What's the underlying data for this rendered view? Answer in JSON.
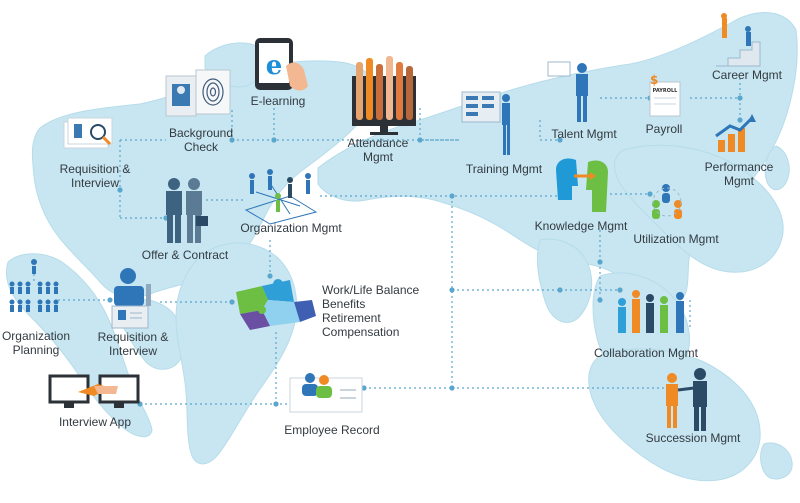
{
  "colors": {
    "land": "#c7e6f1",
    "land_edge": "#b6dcea",
    "line": "#5aa6cc",
    "figure_blue": "#2f76b8",
    "figure_dark": "#2b4a66",
    "accent_orange": "#f08a24",
    "accent_green": "#6cbf43",
    "text": "#333a40"
  },
  "nodes": [
    {
      "id": "elearning",
      "label": "E-learning",
      "icon": "tablet-e-icon"
    },
    {
      "id": "background",
      "label": "Background\nCheck",
      "icon": "fingerprint-id-icon"
    },
    {
      "id": "req1",
      "label": "Requisition &\nInterview",
      "icon": "documents-magnifier-icon"
    },
    {
      "id": "attendance",
      "label": "Attendance\nMgmt",
      "icon": "raised-hands-monitor-icon"
    },
    {
      "id": "training",
      "label": "Training Mgmt",
      "icon": "presenter-board-icon"
    },
    {
      "id": "talent",
      "label": "Talent Mgmt",
      "icon": "talent-figure-icon"
    },
    {
      "id": "payroll",
      "label": "Payroll",
      "icon": "payroll-sheet-icon"
    },
    {
      "id": "career",
      "label": "Career Mgmt",
      "icon": "stairs-climb-icon"
    },
    {
      "id": "performance",
      "label": "Performance\nMgmt",
      "icon": "growth-bars-icon"
    },
    {
      "id": "offer",
      "label": "Offer & Contract",
      "icon": "handshake-silhouettes-icon"
    },
    {
      "id": "orgmgmt",
      "label": "Organization Mgmt",
      "icon": "network-people-icon"
    },
    {
      "id": "knowledge",
      "label": "Knowledge Mgmt",
      "icon": "knowledge-heads-icon"
    },
    {
      "id": "utilization",
      "label": "Utilization Mgmt",
      "icon": "people-cycle-icon"
    },
    {
      "id": "orgplan",
      "label": "Organization\nPlanning",
      "icon": "org-chart-icon"
    },
    {
      "id": "req2",
      "label": "Requisition &\nInterview",
      "icon": "interviewer-desk-icon"
    },
    {
      "id": "worklife",
      "label": "Work/Life Balance\nBenefits\nRetirement\nCompensation",
      "icon": "puzzle-pieces-icon"
    },
    {
      "id": "collab",
      "label": "Collaboration Mgmt",
      "icon": "team-group-icon"
    },
    {
      "id": "interviewapp",
      "label": "Interview App",
      "icon": "monitors-handshake-icon"
    },
    {
      "id": "employee",
      "label": "Employee Record",
      "icon": "employee-card-icon"
    },
    {
      "id": "succession",
      "label": "Succession Mgmt",
      "icon": "baton-pass-icon"
    }
  ]
}
